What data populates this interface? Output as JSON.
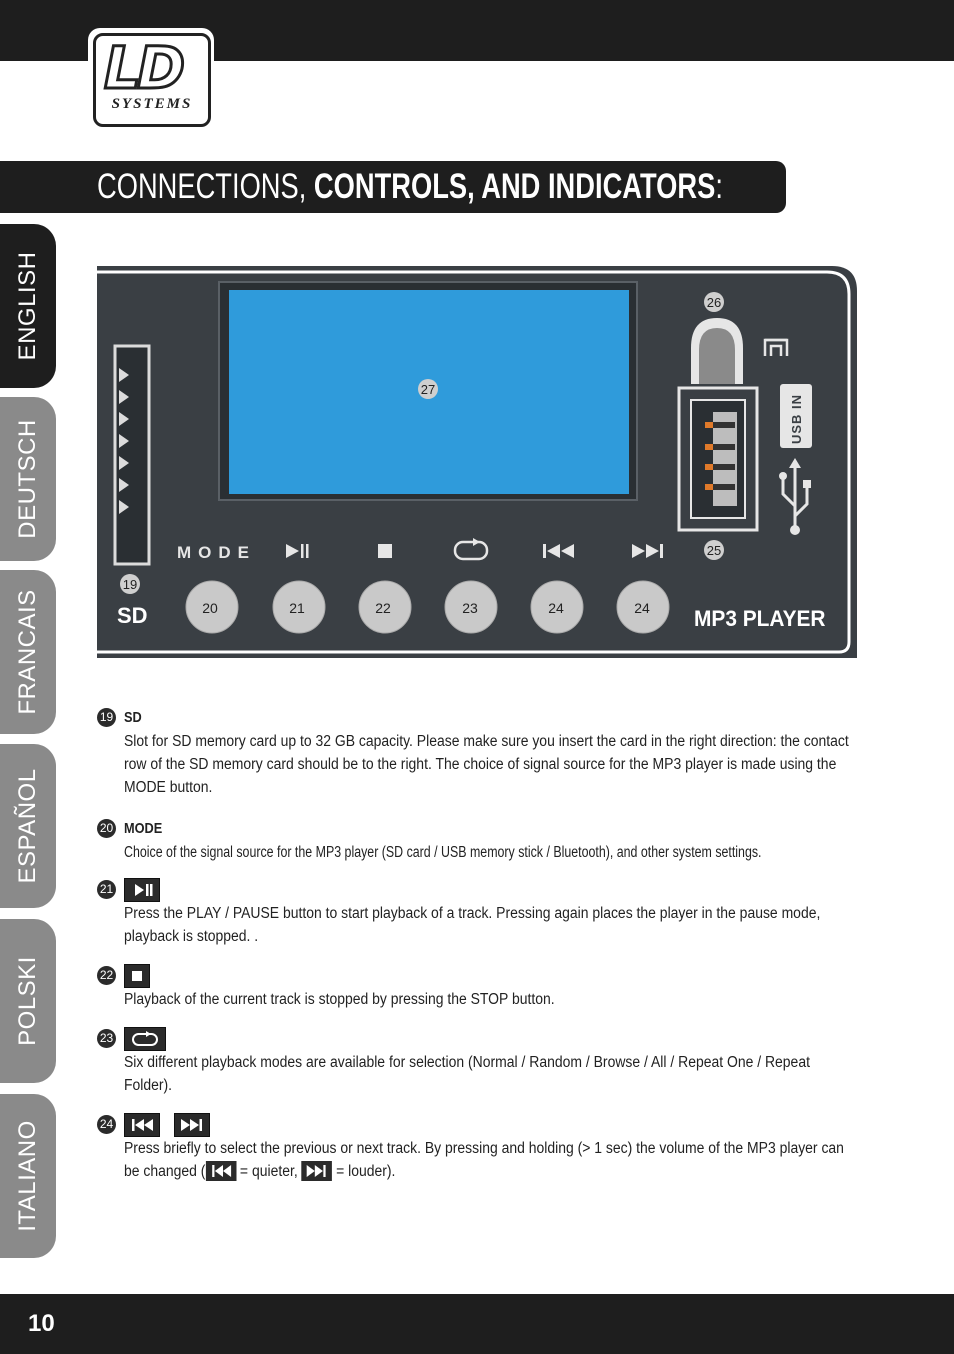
{
  "brand": {
    "logo_main": "LD",
    "logo_sub": "SYSTEMS"
  },
  "header": {
    "title_light": "CONNECTIONS, ",
    "title_bold": "CONTROLS, AND INDICATORS",
    "title_colon": ":"
  },
  "languages": [
    {
      "label": "ENGLISH",
      "active": true
    },
    {
      "label": "DEUTSCH",
      "active": false
    },
    {
      "label": "FRANCAIS",
      "active": false
    },
    {
      "label": "ESPAÑOL",
      "active": false
    },
    {
      "label": "POLSKI",
      "active": false
    },
    {
      "label": "ITALIANO",
      "active": false
    }
  ],
  "panel": {
    "mode_label": "MODE",
    "sd_label": "SD",
    "player_label": "MP3 PLAYER",
    "usb_label": "USB IN",
    "display_number": "27",
    "usb_top_number": "26",
    "usb_bottom_number": "25",
    "sd_number": "19",
    "button_numbers": [
      "20",
      "21",
      "22",
      "23",
      "24",
      "24"
    ],
    "colors": {
      "panel": "#3a3f44",
      "display": "#2f9bdb",
      "button": "#c9c9c9"
    }
  },
  "items": [
    {
      "number": "19",
      "title": "SD",
      "text": "Slot for SD memory card up to 32 GB capacity. Please make sure you insert the card in the right direction: the contact row of the SD memory card should be to the right. The choice of signal source for the MP3 player is made using the MODE button."
    },
    {
      "number": "20",
      "title": "MODE",
      "text": "Choice of the signal source for the MP3 player (SD card / USB memory stick / Bluetooth), and other system settings."
    },
    {
      "number": "21",
      "icon": "play-pause-icon",
      "text": "Press the PLAY / PAUSE button to start playback of a track. Pressing again places the player in the pause mode, playback is stopped. ."
    },
    {
      "number": "22",
      "icon": "stop-icon",
      "text": "Playback of the current track is stopped by pressing the STOP button."
    },
    {
      "number": "23",
      "icon": "repeat-icon",
      "text": "Six different playback modes are available for selection (Normal / Random / Browse / All / Repeat One / Repeat Folder)."
    },
    {
      "number": "24",
      "icon": "prev-next-icon",
      "text_a": "Press briefly to select the previous or next track. By pressing and holding (> 1 sec) the volume of the MP3 player can be changed (",
      "text_b": " = quieter, ",
      "text_c": " = louder)."
    }
  ],
  "footer": {
    "page_number": "10"
  }
}
